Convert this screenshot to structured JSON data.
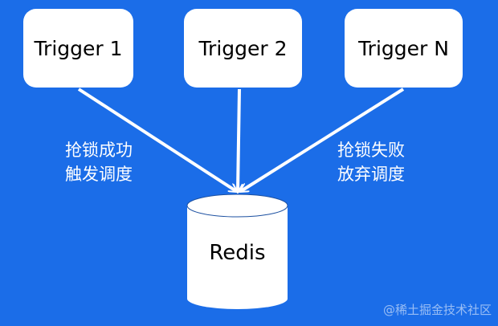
{
  "diagram": {
    "triggers": [
      {
        "label": "Trigger 1"
      },
      {
        "label": "Trigger 2"
      },
      {
        "label": "Trigger N"
      }
    ],
    "store": {
      "label": "Redis"
    },
    "annotations": {
      "left": {
        "line1": "抢锁成功",
        "line2": "触发调度"
      },
      "right": {
        "line1": "抢锁失败",
        "line2": "放弃调度"
      }
    },
    "colors": {
      "background": "#1b6de8",
      "node": "#ffffff",
      "edge": "#ffffff"
    }
  },
  "watermark": "@稀土掘金技术社区"
}
